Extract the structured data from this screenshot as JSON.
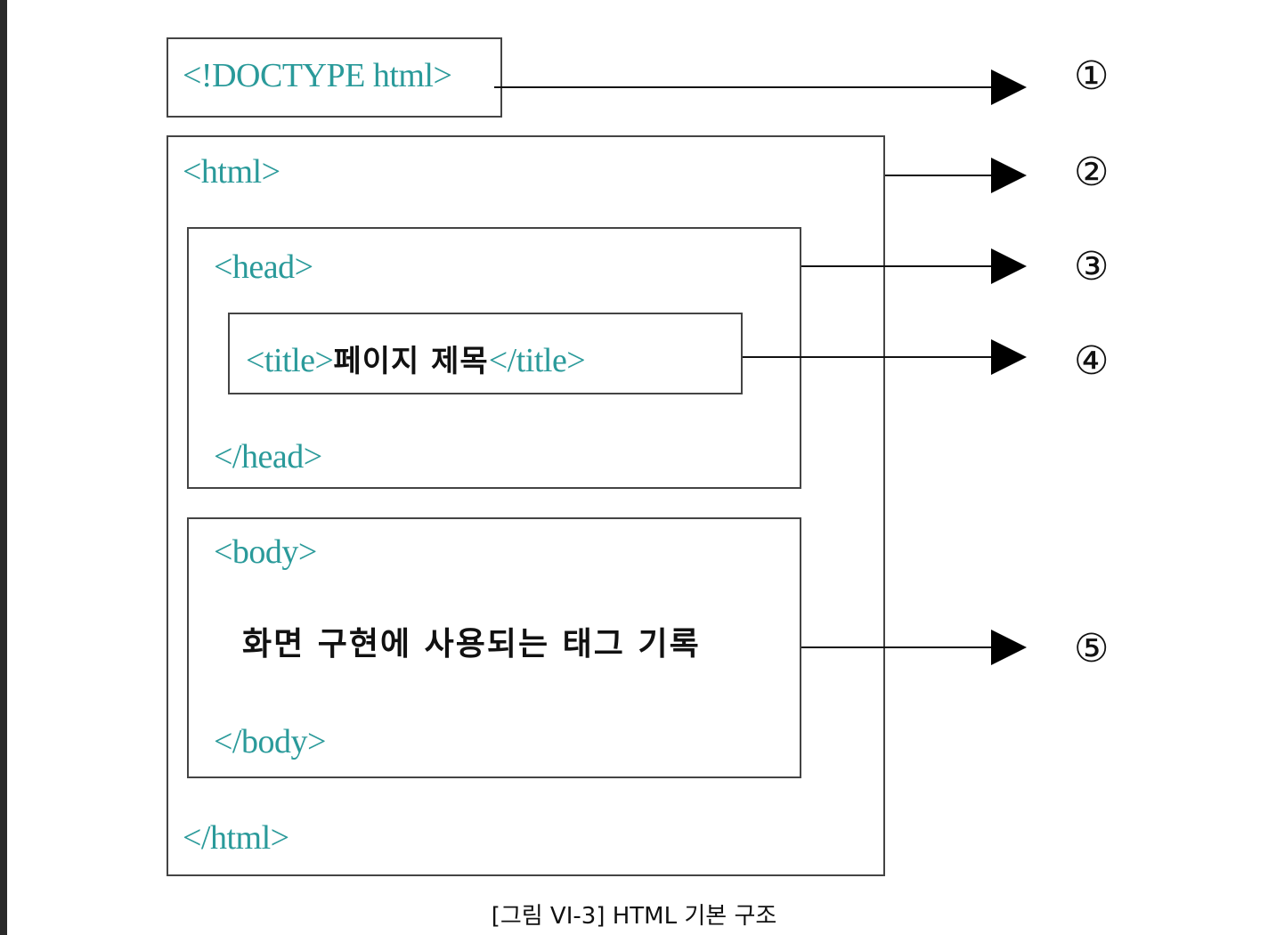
{
  "diagram": {
    "doctype": "<!DOCTYPE html>",
    "html_open": "<html>",
    "html_close": "</html>",
    "head_open": "<head>",
    "head_close": "</head>",
    "title_open": "<title>",
    "title_text": "페이지 제목",
    "title_close": "</title>",
    "body_open": "<body>",
    "body_text": "화면 구현에 사용되는 태그 기록",
    "body_close": "</body>"
  },
  "labels": [
    "①",
    "②",
    "③",
    "④",
    "⑤"
  ],
  "caption": "[그림 VI-3] HTML 기본 구조",
  "colors": {
    "tag": "#2a9a9a",
    "border": "#444444",
    "arrow": "#000000"
  }
}
